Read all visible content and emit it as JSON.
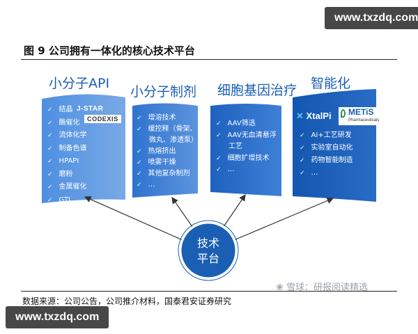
{
  "watermark": {
    "text": "www.txzdq.com"
  },
  "figure": {
    "title": "图 9 公司拥有一体化的核心技术平台"
  },
  "platforms": [
    {
      "title": "小分子API",
      "items": [
        "结晶",
        "酶催化",
        "流体化学",
        "制备色谱",
        "HPAPI",
        "磨粉",
        "金属催化",
        "GTI…"
      ],
      "logos": {
        "jstar": "J-STAR",
        "codexis": "CODEXIS"
      }
    },
    {
      "title": "小分子制剂",
      "items": [
        "增溶技术",
        "缓控释（骨架、",
        "微丸、渗透泵）",
        "热熔挤出",
        "喷雾干燥",
        "其他复杂制剂",
        "…"
      ]
    },
    {
      "title": "细胞基因治疗",
      "items": [
        "AAV筛选",
        "AAV无血清悬浮",
        "工艺",
        "细胞扩增技术",
        "…"
      ]
    },
    {
      "title": "智能化",
      "items": [
        "AI+工艺研发",
        "实验室自动化",
        "药物智能制造",
        "…"
      ],
      "logos": {
        "xtalpi": "XtalPi",
        "metis": "METiS",
        "metis_sub": "Pharmaceuticals"
      }
    }
  ],
  "hub": {
    "line1": "技术",
    "line2": "平台"
  },
  "source": {
    "text": "数据来源：公司公告，公司推介材料，国泰君安证券研究"
  },
  "xueqiu": {
    "text": "❀ 雪球：研报阅读精选"
  },
  "colors": {
    "panel_light": "#4d8fe0",
    "panel_dark": "#1257b0",
    "title_blue": "#1a5fb4",
    "hub": "#1a5fb4",
    "arrow": "#333333"
  }
}
